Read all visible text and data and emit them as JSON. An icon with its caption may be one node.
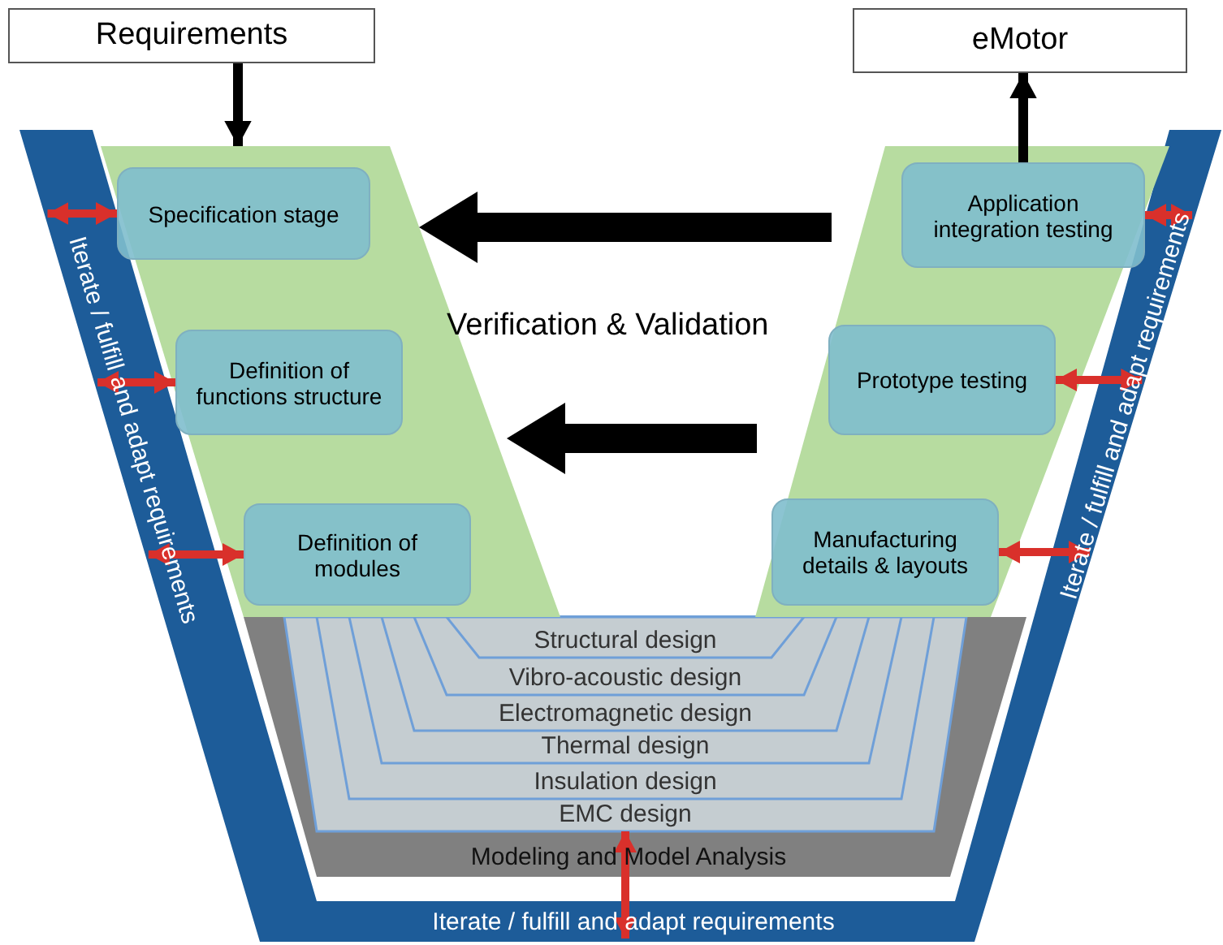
{
  "diagram": {
    "nodes": [
      {
        "text": [
          "Requirements"
        ]
      },
      {
        "text": [
          "eMotor"
        ]
      },
      {
        "text": [
          "Iterate / fulfill and adapt requirements",
          "Iterate / fulfill and adapt requirements",
          "Iterate / fulfill and adapt requirements"
        ]
      },
      {
        "text": [
          "Modeling and Model Analysis"
        ]
      },
      {
        "text": [],
        "shape": "band"
      },
      {
        "text": [
          "Specification stage"
        ],
        "in": 4
      },
      {
        "text": [
          "Definition of functions structure"
        ],
        "in": 4
      },
      {
        "text": [
          "Definition of modules"
        ],
        "in": 4
      },
      {
        "text": [],
        "shape": "band"
      },
      {
        "text": [
          "Application integration testing"
        ],
        "in": 8
      },
      {
        "text": [
          "Prototype testing"
        ],
        "in": 8
      },
      {
        "text": [
          "Manufacturing details & layouts"
        ],
        "in": 8
      },
      {
        "text": [
          "EMC design"
        ],
        "in": 3
      },
      {
        "text": [
          "Insulation design"
        ],
        "in": 12
      },
      {
        "text": [
          "Thermal design"
        ],
        "in": 13
      },
      {
        "text": [
          "Electromagnetic design"
        ],
        "in": 14
      },
      {
        "text": [
          "Vibro-acoustic design"
        ],
        "in": 15
      },
      {
        "text": [
          "Structural design"
        ],
        "in": 16
      }
    ],
    "edges": [
      {
        "from": 0,
        "to": 4,
        "arrow": "to",
        "color": "#000000"
      },
      {
        "from": 9,
        "to": 1,
        "arrow": "to",
        "color": "#000000"
      },
      {
        "from": 2,
        "to": 5,
        "arrow": "both"
      },
      {
        "from": 2,
        "to": 6,
        "arrow": "both"
      },
      {
        "from": 2,
        "to": 7,
        "arrow": "both"
      },
      {
        "from": 9,
        "to": 2,
        "arrow": "both"
      },
      {
        "from": 10,
        "to": 2,
        "arrow": "both"
      },
      {
        "from": 11,
        "to": 2,
        "arrow": "both"
      },
      {
        "from": 12,
        "to": 2,
        "arrow": "both"
      }
    ],
    "labels": [
      "Verification & Validation"
    ]
  }
}
